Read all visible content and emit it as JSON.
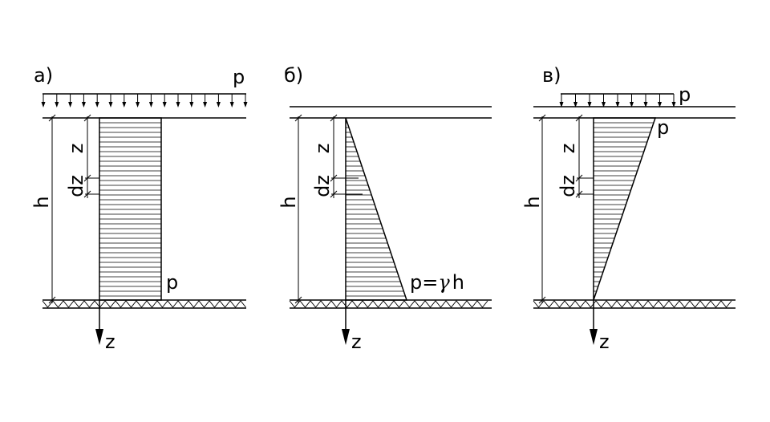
{
  "panels": [
    {
      "id": "a",
      "letter": "а)",
      "load_label": "p",
      "bottom_label": "p",
      "z_label": "z",
      "dz_label": "dz",
      "h_label": "h",
      "axis_label": "z",
      "distribution": "uniform"
    },
    {
      "id": "b",
      "letter": "б)",
      "load_label": "",
      "bottom_label": "p=γh",
      "bottom_label_parts": [
        "p=",
        "γ",
        "h"
      ],
      "z_label": "z",
      "dz_label": "dz",
      "h_label": "h",
      "axis_label": "z",
      "distribution": "increasing"
    },
    {
      "id": "c",
      "letter": "в)",
      "load_label": "p",
      "top_label": "p",
      "z_label": "z",
      "dz_label": "dz",
      "h_label": "h",
      "axis_label": "z",
      "distribution": "decreasing"
    }
  ]
}
